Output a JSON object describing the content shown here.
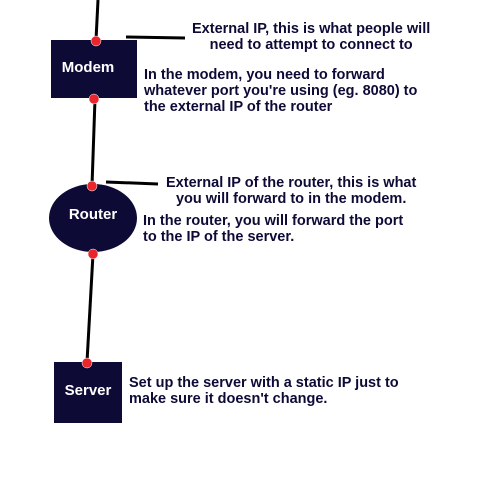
{
  "colors": {
    "node_fill": "#0d0b36",
    "node_text": "#ffffff",
    "connector": "#000000",
    "port_dot": "#e8262c",
    "note_text": "#0d0b36",
    "background": "#ffffff"
  },
  "nodes": {
    "modem": {
      "label": "Modem",
      "shape": "rectangle"
    },
    "router": {
      "label": "Router",
      "shape": "ellipse"
    },
    "server": {
      "label": "Server",
      "shape": "rectangle"
    }
  },
  "notes": {
    "modem_external_ip": {
      "lines": [
        "External IP, this is what people will",
        "need to attempt to connect to"
      ]
    },
    "modem_forwarding": {
      "lines": [
        "In the modem, you need to forward",
        "whatever port you're using (eg. 8080) to",
        "the external IP of the router"
      ]
    },
    "router_external_ip": {
      "lines": [
        "External IP of the router, this is what",
        "you will forward to in the modem."
      ]
    },
    "router_forwarding": {
      "lines": [
        "In the router, you will forward the port",
        "to the IP of the server."
      ]
    },
    "server_static_ip": {
      "lines": [
        "Set up the server with a static IP just to",
        "make sure it doesn't change."
      ]
    }
  }
}
